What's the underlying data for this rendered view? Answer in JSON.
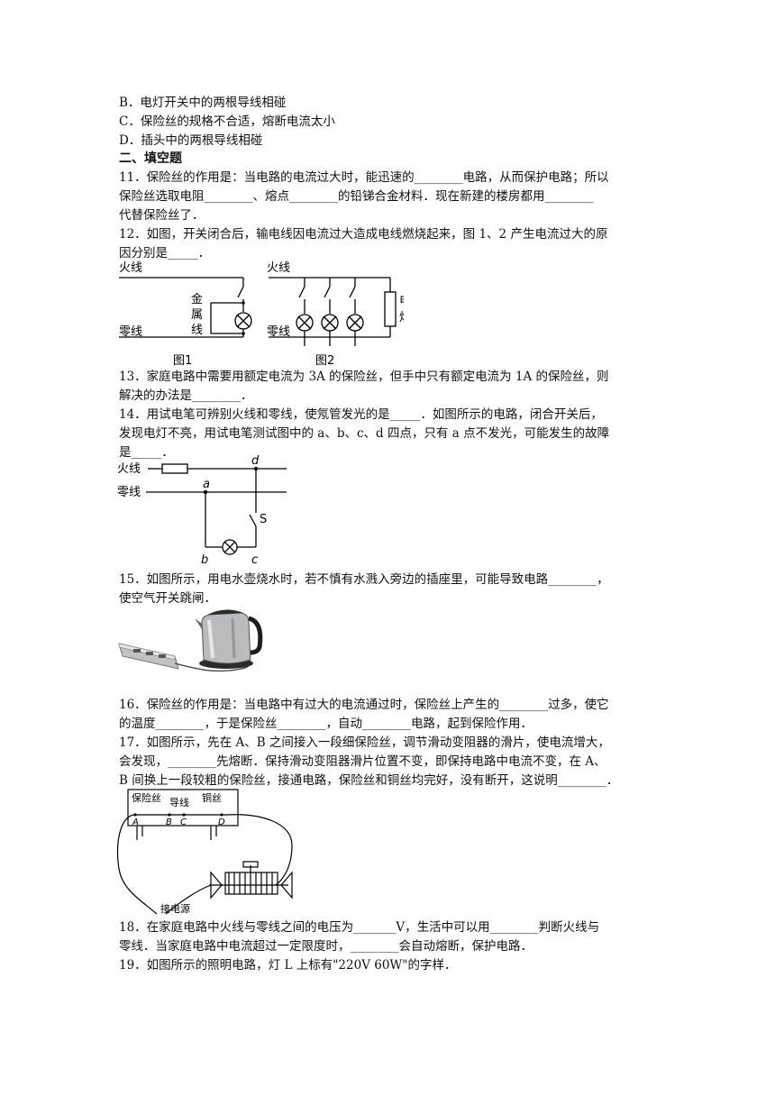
{
  "options": {
    "b": "B．电灯开关中的两根导线相碰",
    "c": "C．保险丝的规格不合适，熔断电流太小",
    "d": "D．插头中的两根导线相碰"
  },
  "section_title": "二、填空题",
  "q11": {
    "l1": "11．保险丝的作用是：当电路的电流过大时，能迅速的________电路，从而保护电路；所以",
    "l2": "保险丝选取电阻________、熔点________的铅锑合金材料．现在新建的楼房都用________",
    "l3": "代替保险丝了．"
  },
  "q12": {
    "l1": "12．如图，开关闭合后，输电线因电流过大造成电线燃烧起来，图 1、2 产生电流过大的原",
    "l2": "因分别是_____．"
  },
  "fig12": {
    "live1": "火线",
    "neutral1": "零线",
    "metal": [
      "金",
      "属",
      "线"
    ],
    "cap1": "图1",
    "live2": "火线",
    "neutral2": "零线",
    "stove": [
      "电",
      "炉"
    ],
    "cap2": "图2"
  },
  "q13": {
    "l1": "13．家庭电路中需要用额定电流为 3A 的保险丝，但手中只有额定电流为 1A 的保险丝，则",
    "l2": "解决的办法是________．"
  },
  "q14": {
    "l1": "14．用试电笔可辨别火线和零线，使氖管发光的是_____．如图所示的电路，闭合开关后，",
    "l2": "发现电灯不亮，用试电笔测试图中的 a、b、c、d 四点，只有 a 点不发光，可能发生的故障",
    "l3": "是_____．"
  },
  "fig14": {
    "live": "火线",
    "neutral": "零线",
    "a": "a",
    "b": "b",
    "c": "c",
    "d": "d",
    "s": "S"
  },
  "q15": {
    "l1": "15．如图所示，用电水壶烧水时，若不慎有水溅入旁边的插座里，可能导致电路________，",
    "l2": "使空气开关跳闸．"
  },
  "q16": {
    "l1": "16．保险丝的作用是：当电路中有过大的电流通过时，保险丝上产生的________过多，使它",
    "l2": "的温度________，于是保险丝________，自动________电路，起到保险作用．"
  },
  "q17": {
    "l1": "17．如图所示，先在 A、B 之间接入一段细保险丝，调节滑动变阻器的滑片，使电流增大，",
    "l2": "会发现，________先熔断．保持滑动变阻器滑片位置不变，即保持电路中电流不变，在 A、",
    "l3": "B 间换上一段较粗的保险丝，接通电路，保险丝和铜丝均完好，没有断开，这说明________．"
  },
  "fig17": {
    "fuse": "保险丝",
    "wire": "导线",
    "copper": "铜丝",
    "A": "A",
    "B": "B",
    "C": "C",
    "D": "D",
    "power": "接电源"
  },
  "q18": {
    "l1": "18．在家庭电路中火线与零线之间的电压为_______V，生活中可以用________判断火线与",
    "l2": "零线．当家庭电路中电流超过一定限度时，________会自动熔断，保护电路．"
  },
  "q19": {
    "l1": "19．如图所示的照明电路，灯 L 上标有\"220V 60W\"的字样．"
  }
}
